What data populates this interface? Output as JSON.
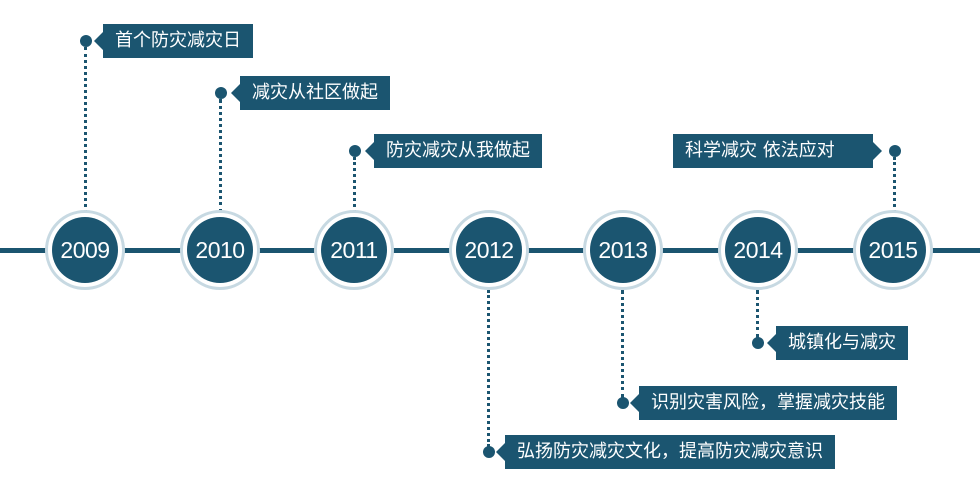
{
  "milestones": [
    {
      "year": "2009",
      "theme": "首个防灾减灾日"
    },
    {
      "year": "2010",
      "theme": "减灾从社区做起"
    },
    {
      "year": "2011",
      "theme": "防灾减灾从我做起"
    },
    {
      "year": "2012",
      "theme": "弘扬防灾减灾文化，提高防灾减灾意识"
    },
    {
      "year": "2013",
      "theme": "识别灾害风险，掌握减灾技能"
    },
    {
      "year": "2014",
      "theme": "城镇化与减灾"
    },
    {
      "year": "2015",
      "theme": "科学减灾  依法应对"
    }
  ],
  "colors": {
    "primary": "#1b5570",
    "ring": "#c7d9e2",
    "background": "#ffffff"
  }
}
